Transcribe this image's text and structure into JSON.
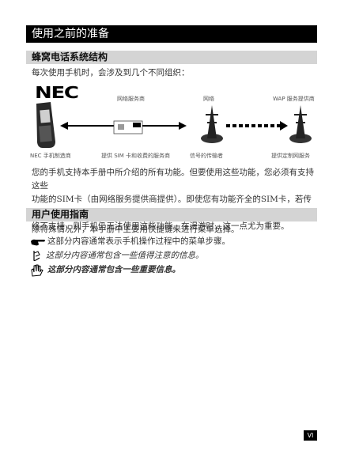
{
  "header": {
    "title": "使用之前的准备"
  },
  "section1": {
    "title": "蜂窝电话系统结构",
    "intro": "每次使用手机时，会涉及到几个不同组织："
  },
  "diagram": {
    "logo": "NEC",
    "top_labels": {
      "network_provider": "网络服务商",
      "network": "网络",
      "wap": "WAP 服务提供商"
    },
    "bottom_labels": {
      "manufacturer": "NEC 手机制造商",
      "sim_provider": "提供 SIM 卡和收费的服务商",
      "transmitter": "信号的传输者",
      "wap_service": "提供定制网服务"
    }
  },
  "paragraph": [
    "您的手机支持本手册中所介绍的所有功能。但要使用这些功能，您必须有支持这些",
    "功能的SIM卡（由网络服务提供商提供）。即使您有功能齐全的SIM卡，若传输网",
    "络不支持，则手机仍无法使用这些功能。在漫游时，这一点尤为重要。"
  ],
  "section2": {
    "title": "用户使用指南",
    "intro": "除特殊情况外，本手册中主要用快捷键来进行菜单选择。",
    "items": [
      {
        "icon": "pointing-hand-icon",
        "text": "这部分内容通常表示手机操作过程中的菜单步骤。"
      },
      {
        "icon": "note-icon",
        "text": "这部分内容通常包含一些值得注意的信息。"
      },
      {
        "icon": "warning-hand-icon",
        "text": "这部分内容通常包含一些重要信息。"
      }
    ]
  },
  "footer": {
    "page_number": "VI"
  }
}
